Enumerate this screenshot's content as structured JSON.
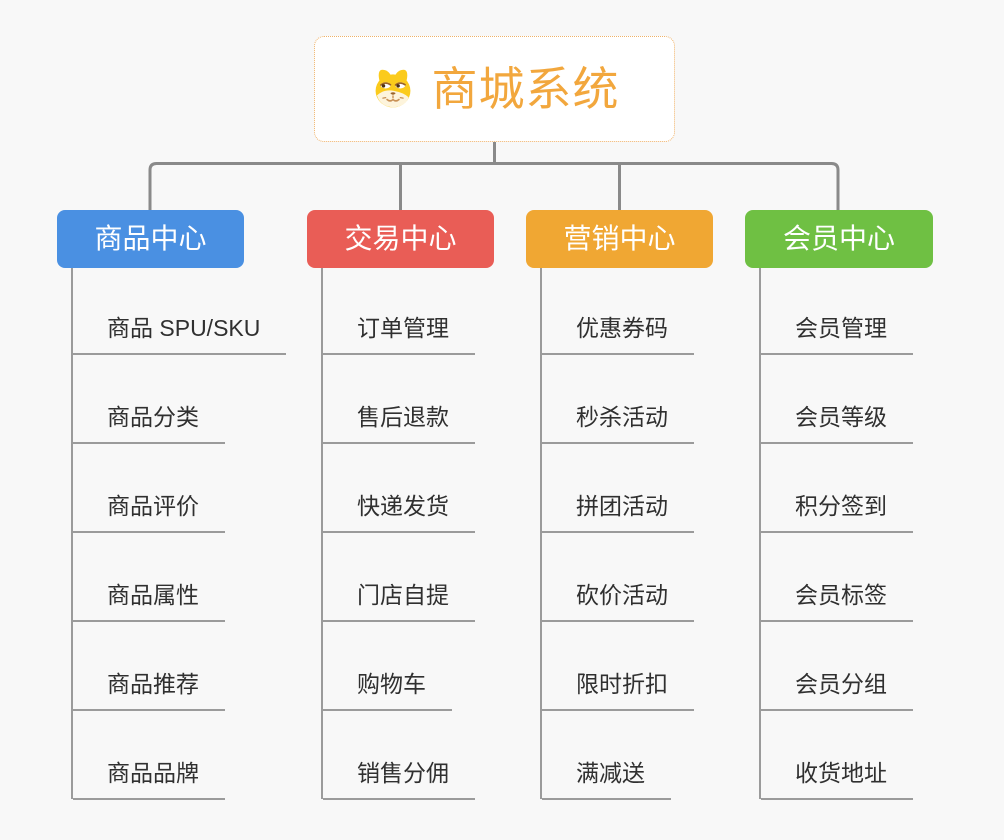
{
  "app": {
    "background_color": "#f8f8f8",
    "connector_color": "#8a8a8a",
    "leaf_line_color": "#9b9b9b"
  },
  "root": {
    "title": "商城系统",
    "icon": "dog-face-icon",
    "text_color": "#f2a73d",
    "border_color": "#efb269"
  },
  "branches": [
    {
      "label": "商品中心",
      "color": "#4a90e2",
      "children": [
        "商品 SPU/SKU",
        "商品分类",
        "商品评价",
        "商品属性",
        "商品推荐",
        "商品品牌"
      ]
    },
    {
      "label": "交易中心",
      "color": "#e95d56",
      "children": [
        "订单管理",
        "售后退款",
        "快递发货",
        "门店自提",
        "购物车",
        "销售分佣"
      ]
    },
    {
      "label": "营销中心",
      "color": "#f0a733",
      "children": [
        "优惠券码",
        "秒杀活动",
        "拼团活动",
        "砍价活动",
        "限时折扣",
        "满减送"
      ]
    },
    {
      "label": "会员中心",
      "color": "#6fc043",
      "children": [
        "会员管理",
        "会员等级",
        "积分签到",
        "会员标签",
        "会员分组",
        "收货地址"
      ]
    }
  ]
}
